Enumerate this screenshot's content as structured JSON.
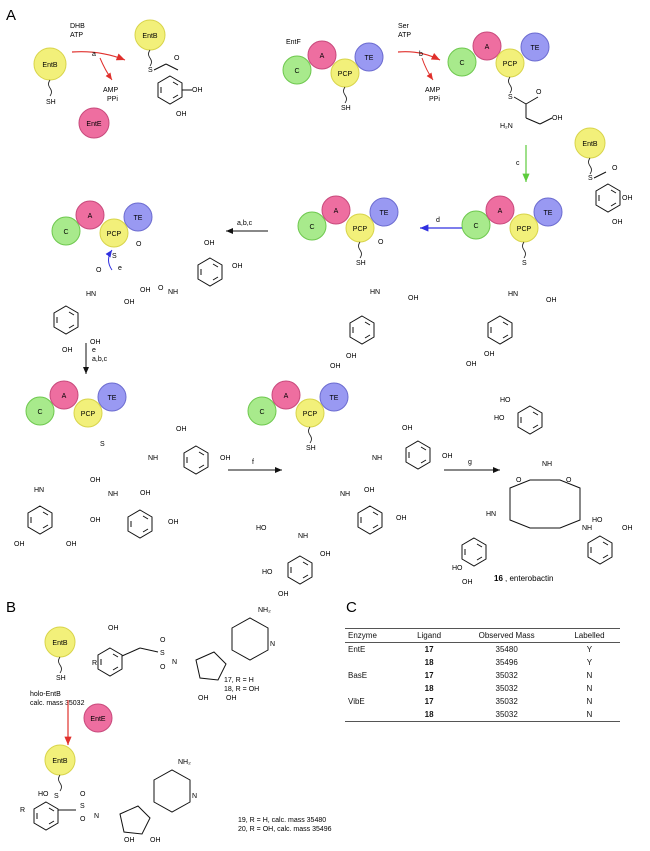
{
  "panels": {
    "a": "A",
    "b": "B",
    "c": "C"
  },
  "domains": {
    "entb": "EntB",
    "ente": "EntE",
    "entf": "EntF",
    "c": "C",
    "a": "A",
    "pcp": "PCP",
    "te": "TE"
  },
  "groups": {
    "sh": "SH",
    "s": "S",
    "oh": "OH",
    "ho": "HO",
    "o": "O",
    "nh": "NH",
    "hn": "HN",
    "h2n": "H₂N",
    "n": "N",
    "nh2": "NH₂",
    "r": "R"
  },
  "reagents": {
    "dhb_atp": [
      "DHB",
      "ATP"
    ],
    "amp_ppi": [
      "AMP",
      "PPi"
    ],
    "ser_atp": [
      "Ser",
      "ATP"
    ]
  },
  "steps": {
    "a": "a",
    "b": "b",
    "c": "c",
    "d": "d",
    "e": "e",
    "f": "f",
    "g": "g",
    "abc": "a,b,c"
  },
  "labels": {
    "enterobactin_num": "16",
    "enterobactin_name": ", enterobactin",
    "holo_entb": "holo-EntB",
    "calc_mass": "calc. mass 35032",
    "cmpd17": "17, R = H",
    "cmpd18": "18, R = OH",
    "cmpd19": "19, R = H, calc. mass 35480",
    "cmpd20": "20, R = OH, calc. mass 35496"
  },
  "table": {
    "headers": [
      "Enzyme",
      "Ligand",
      "Observed Mass",
      "Labelled"
    ],
    "rows": [
      {
        "enzyme": "EntE",
        "ligand": "17",
        "mass": "35480",
        "labelled": "Y"
      },
      {
        "enzyme": "",
        "ligand": "18",
        "mass": "35496",
        "labelled": "Y"
      },
      {
        "enzyme": "BasE",
        "ligand": "17",
        "mass": "35032",
        "labelled": "N"
      },
      {
        "enzyme": "",
        "ligand": "18",
        "mass": "35032",
        "labelled": "N"
      },
      {
        "enzyme": "VibE",
        "ligand": "17",
        "mass": "35032",
        "labelled": "N"
      },
      {
        "enzyme": "",
        "ligand": "18",
        "mass": "35032",
        "labelled": "N"
      }
    ]
  },
  "colors": {
    "yellow": "#f2f07a",
    "pink": "#ee6ea0",
    "green": "#a8ea8c",
    "blue": "#9999f2",
    "red_arrow": "#e0302c",
    "blue_arrow": "#3030e0",
    "green_arrow": "#5ccc3c"
  }
}
